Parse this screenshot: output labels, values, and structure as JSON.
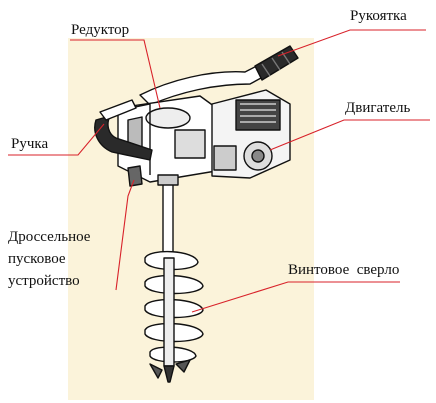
{
  "labels": {
    "reduktor": "Редуктор",
    "rukoyatka": "Рукоятка",
    "dvigatel": "Двигатель",
    "ruchka": "Ручка",
    "drossel_line1": "Дроссельное",
    "drossel_line2": "пусковое",
    "drossel_line3": "устройство",
    "sverlo": "Винтовое  сверло"
  },
  "colors": {
    "background_panel": "#fbf3da",
    "leader_line": "#d8222a",
    "ink": "#111111"
  }
}
